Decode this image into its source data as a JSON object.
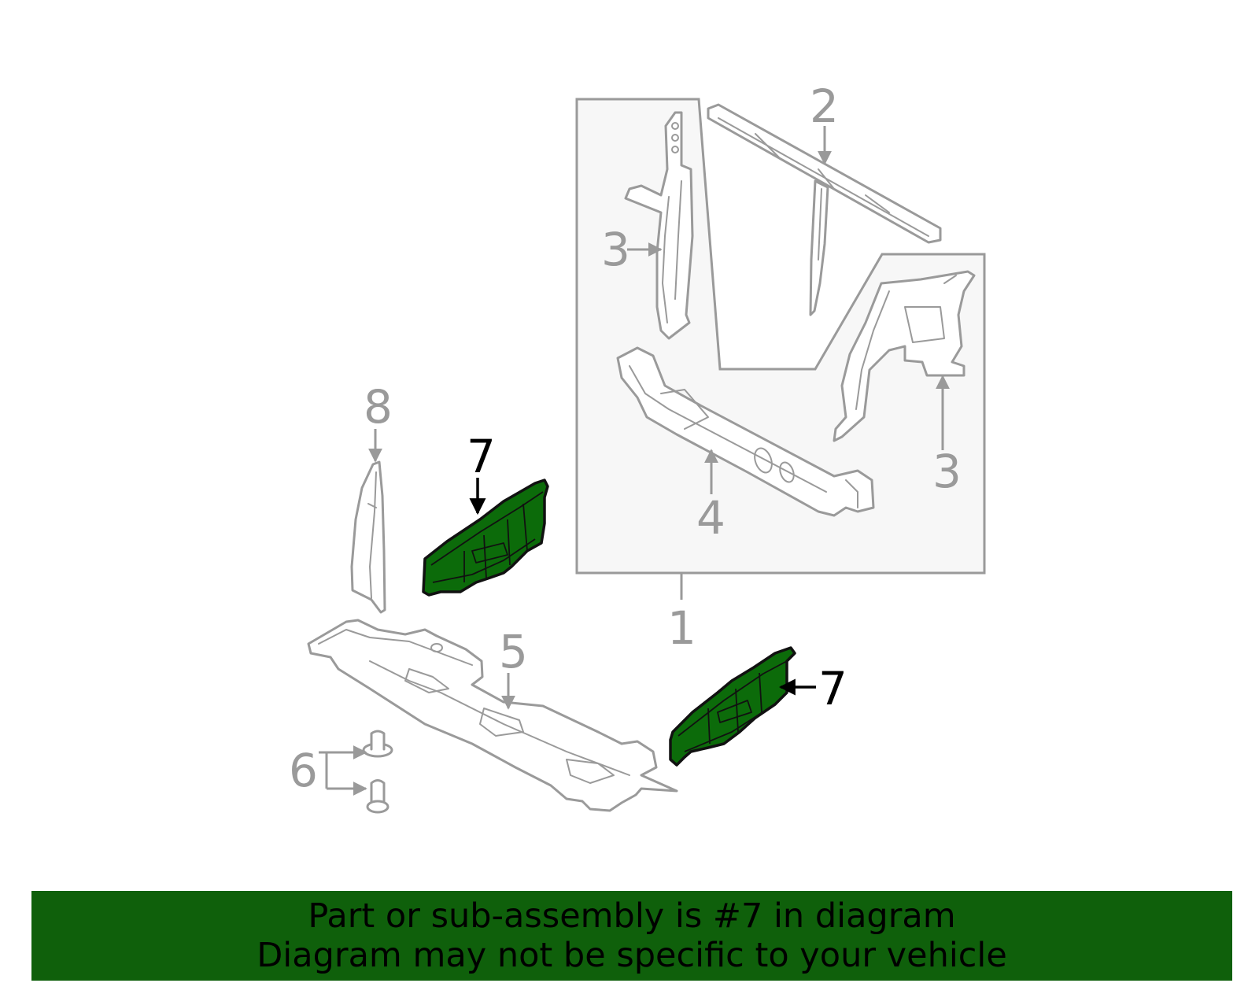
{
  "colors": {
    "banner_background": "#0f600b",
    "highlight_part": "#0c6b0a",
    "line_gray": "#9a9a9a",
    "inset_background": "#f7f7f7"
  },
  "callouts": {
    "c1": "1",
    "c2": "2",
    "c3a": "3",
    "c3b": "3",
    "c4": "4",
    "c5": "5",
    "c6": "6",
    "c7a": "7",
    "c7b": "7",
    "c8": "8"
  },
  "highlighted_part": "7",
  "banner": {
    "line1": "Part or sub-assembly is #7 in diagram",
    "line2": "Diagram may not be specific to your vehicle"
  }
}
